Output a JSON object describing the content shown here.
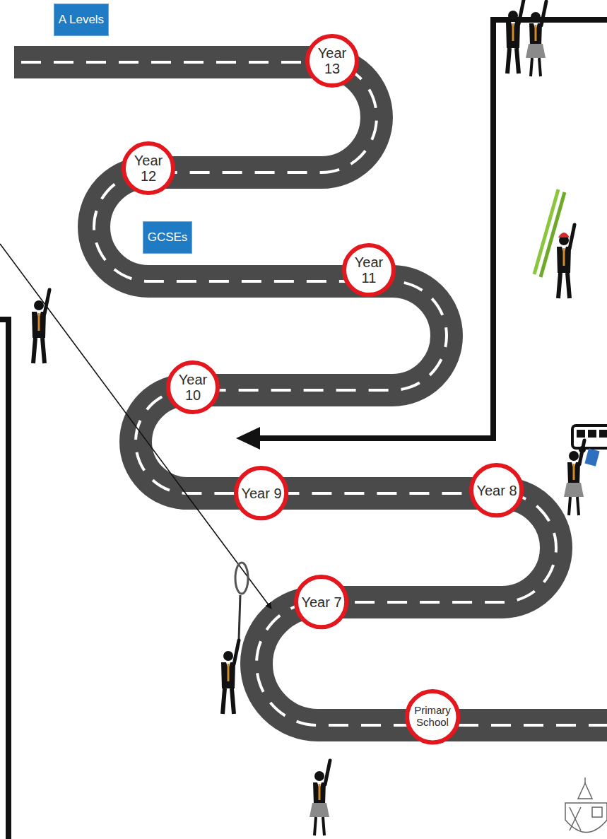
{
  "diagram": {
    "nodes": [
      {
        "text": [
          "A Levels"
        ]
      },
      {
        "text": [
          "Year 13"
        ]
      },
      {
        "text": [
          "Year 12"
        ]
      },
      {
        "text": [
          "GCSEs"
        ]
      },
      {
        "text": [
          "Year 11"
        ]
      },
      {
        "text": [
          "Year 10"
        ]
      },
      {
        "text": [
          "Year 9"
        ]
      },
      {
        "text": [
          "Year 8"
        ]
      },
      {
        "text": [
          "Year 7"
        ]
      },
      {
        "text": [
          "Primary School"
        ]
      }
    ]
  }
}
